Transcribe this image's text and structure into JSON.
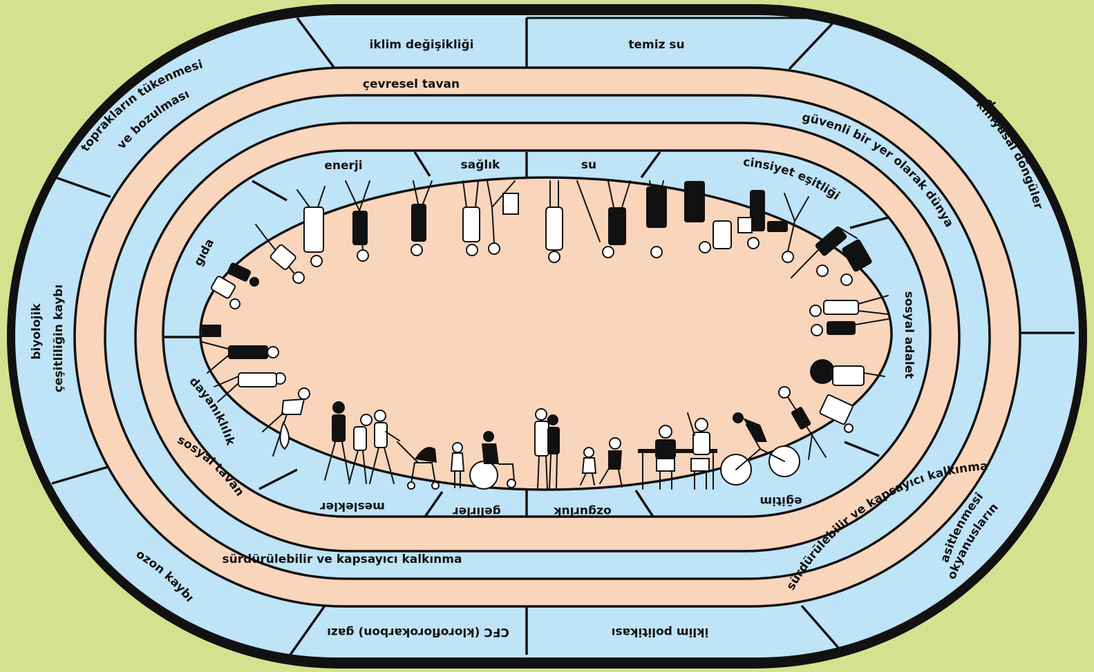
{
  "colors": {
    "page_background": "#d4e28f",
    "outer_border": "#111111",
    "ring_blue": "#bfe3f7",
    "ring_peach": "#f9d5bb",
    "line": "#111111"
  },
  "outer_ring": {
    "title": "",
    "segments": [
      {
        "id": "climate_change",
        "label": "iklim değişikliği"
      },
      {
        "id": "clean_water",
        "label": "temiz su"
      },
      {
        "id": "natural_cycles_1",
        "label": "doğal"
      },
      {
        "id": "natural_cycles_2",
        "label": "kimyasal döngüler"
      },
      {
        "id": "ocean_acid_1",
        "label": "okyanusların"
      },
      {
        "id": "ocean_acid_2",
        "label": "asitlenmesi"
      },
      {
        "id": "climate_policy",
        "label": "iklim politikası"
      },
      {
        "id": "cfc",
        "label": "CFC (klorofloro­karbon) gazı"
      },
      {
        "id": "ozone",
        "label": "ozon kaybı"
      },
      {
        "id": "biodiversity_1",
        "label": "biyolojik"
      },
      {
        "id": "biodiversity_2",
        "label": "çeşitliliğin kaybı"
      },
      {
        "id": "soil_1",
        "label": "toprakların tükenmesi"
      },
      {
        "id": "soil_2",
        "label": "ve bozulması"
      }
    ]
  },
  "bands": {
    "environmental_ceiling": "çevresel tavan",
    "safe_space_top": "güvenli bir yer olarak dünya",
    "safe_space_bottom": "sürdürülebilir ve kapsayıcı kalkınma",
    "sustainable_right": "sürdürülebilir ve kapsayıcı kalkınma",
    "social_floor": "sosyal tavan"
  },
  "inner_ring": {
    "segments": [
      {
        "id": "energy",
        "label": "enerji"
      },
      {
        "id": "health",
        "label": "sağlık"
      },
      {
        "id": "water",
        "label": "su"
      },
      {
        "id": "gender",
        "label": "cinsiyet eşitliği"
      },
      {
        "id": "social_justice",
        "label": "sosyal adalet"
      },
      {
        "id": "education",
        "label": "eğitim"
      },
      {
        "id": "freedom",
        "label": "özgürlük"
      },
      {
        "id": "income",
        "label": "gelirler"
      },
      {
        "id": "jobs",
        "label": "meslekler"
      },
      {
        "id": "resilience",
        "label": "dayanıklılık"
      },
      {
        "id": "food",
        "label": "gıda"
      }
    ]
  }
}
